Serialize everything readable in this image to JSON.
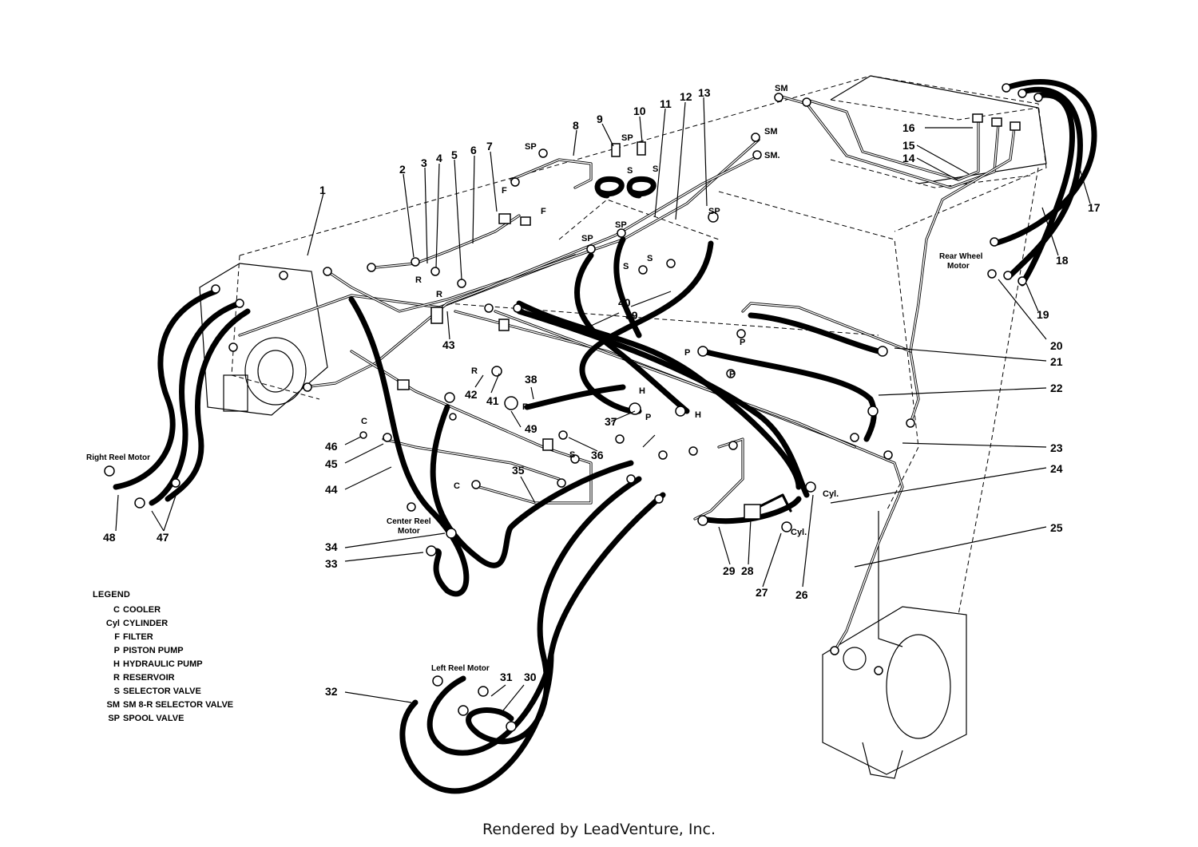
{
  "legend": {
    "title": "LEGEND",
    "items": [
      {
        "code": "C",
        "text": "COOLER"
      },
      {
        "code": "Cyl",
        "text": "CYLINDER"
      },
      {
        "code": "F",
        "text": "FILTER"
      },
      {
        "code": "P",
        "text": "PISTON PUMP"
      },
      {
        "code": "H",
        "text": "HYDRAULIC PUMP"
      },
      {
        "code": "R",
        "text": "RESERVOIR"
      },
      {
        "code": "S",
        "text": "SELECTOR VALVE"
      },
      {
        "code": "SM",
        "text": "SM 8-R SELECTOR VALVE"
      },
      {
        "code": "SP",
        "text": "SPOOL VALVE"
      }
    ]
  },
  "part_labels": {
    "right_reel_motor": "Right Reel Motor",
    "rear_wheel_motor_1": "Rear Wheel",
    "rear_wheel_motor_2": "Motor",
    "center_reel_motor_1": "Center Reel",
    "center_reel_motor_2": "Motor",
    "left_reel_motor": "Left Reel Motor"
  },
  "callouts": [
    "1",
    "2",
    "3",
    "4",
    "5",
    "6",
    "7",
    "8",
    "9",
    "10",
    "11",
    "12",
    "13",
    "14",
    "15",
    "16",
    "17",
    "18",
    "19",
    "20",
    "21",
    "22",
    "23",
    "24",
    "25",
    "26",
    "27",
    "28",
    "29",
    "30",
    "31",
    "32",
    "33",
    "34",
    "35",
    "36",
    "37",
    "38",
    "39",
    "40",
    "41",
    "42",
    "43",
    "44",
    "45",
    "46",
    "47",
    "48",
    "49"
  ],
  "codes": {
    "SM": "SM",
    "SM_dot": "SM.",
    "SP": "SP",
    "S": "S",
    "F": "F",
    "R": "R",
    "P": "P",
    "H": "H",
    "C": "C",
    "Cyl": "Cyl."
  },
  "footer": "Rendered by LeadVenture, Inc."
}
